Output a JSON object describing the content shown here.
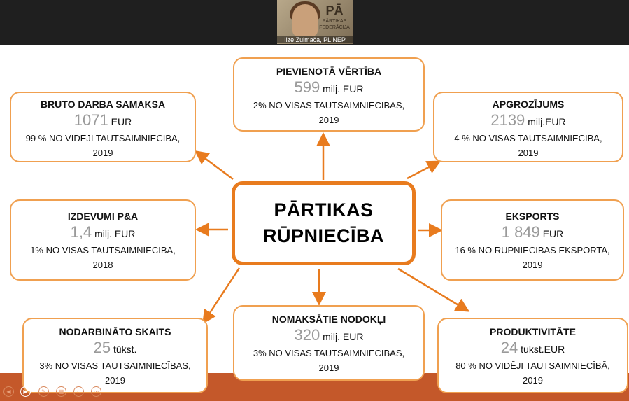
{
  "video": {
    "caption": "Ilze Zuimača, PL NEP",
    "logo_lines": [
      "PĀRTIKAS",
      "FEDERĀCIJA"
    ]
  },
  "center": {
    "line1": "PĀRTIKAS",
    "line2": "RŪPNIECĪBA"
  },
  "boxes": {
    "gross_wage": {
      "title": "BRUTO DARBA SAMAKSA",
      "value": "1071",
      "unit": "EUR",
      "desc1": "99 % NO VIDĒJI TAUTSAIMNIECĪBĀ,",
      "desc2": "2019"
    },
    "value_added": {
      "title": "PIEVIENOTĀ VĒRTĪBA",
      "value": "599",
      "unit": "milj. EUR",
      "desc1": "2% NO VISAS TAUTSAIMNIECĪBAS,",
      "desc2": "2019"
    },
    "turnover": {
      "title": "APGROZĪJUMS",
      "value": "2139",
      "unit": "milj.EUR",
      "desc1": "4 % NO VISAS TAUTSAIMNIECĪBĀ,",
      "desc2": "2019"
    },
    "rd_expenses": {
      "title": "IZDEVUMI P&A",
      "value": "1,4",
      "unit": "milj. EUR",
      "desc1": "1% NO VISAS TAUTSAIMNIECĪBĀ,",
      "desc2": "2018"
    },
    "exports": {
      "title": "EKSPORTS",
      "value": "1 849",
      "unit": "EUR",
      "desc1": "16 % NO RŪPNIECĪBAS EKSPORTA,",
      "desc2": "2019"
    },
    "employed": {
      "title": "NODARBINĀTO SKAITS",
      "value": "25",
      "unit": "tūkst.",
      "desc1": "3% NO VISAS TAUTSAIMNIECĪBAS,",
      "desc2": "2019"
    },
    "taxes": {
      "title": "NOMAKSĀTIE NODOKĻI",
      "value": "320",
      "unit": "milj. EUR",
      "desc1": "3% NO VISAS TAUTSAIMNIECĪBAS,",
      "desc2": "2019"
    },
    "productivity": {
      "title": "PRODUKTIVITĀTE",
      "value": "24",
      "unit": "tukst.EUR",
      "desc1": "80 % NO VIDĒJI TAUTSAIMNIECĪBĀ,",
      "desc2": "2019"
    }
  },
  "colors": {
    "accent": "#e87b1e",
    "box_border": "#f0a050",
    "footer": "#c4582a"
  }
}
